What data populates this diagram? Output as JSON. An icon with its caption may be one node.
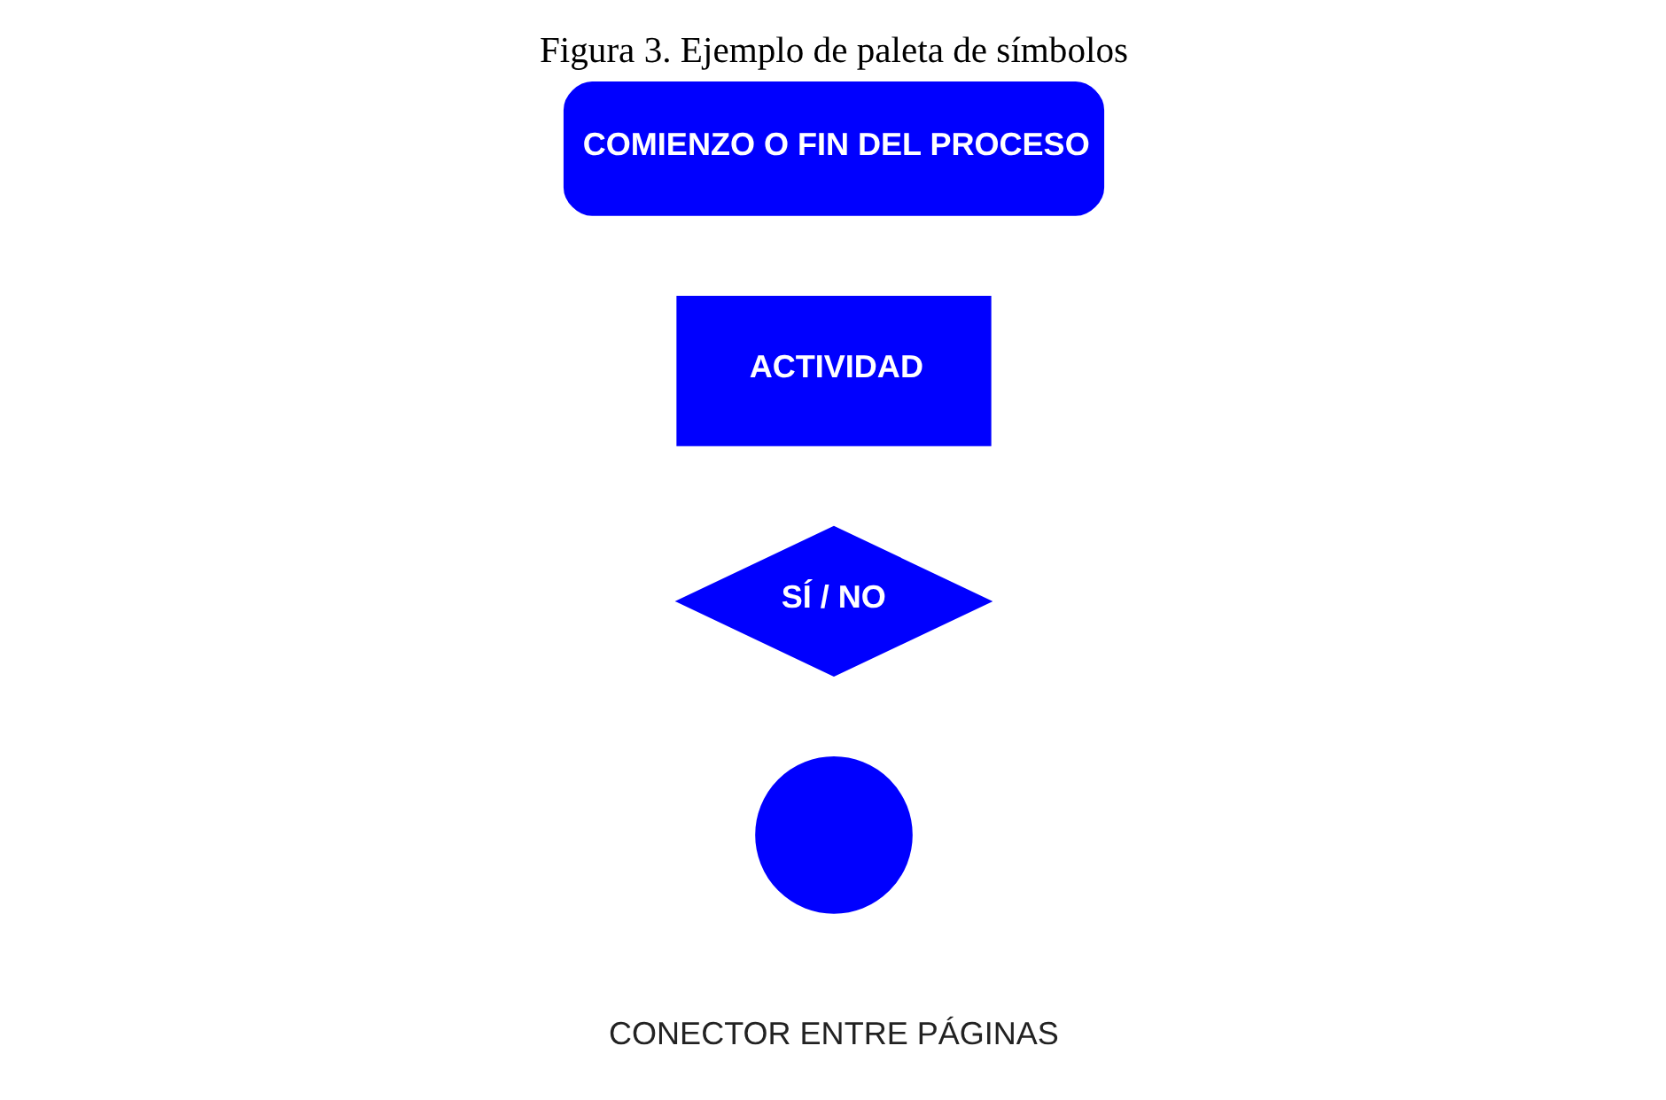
{
  "diagram": {
    "title": "Figura 3. Ejemplo de paleta de símbolos",
    "nodes": [
      {
        "text": [
          "COMIENZO O FIN DEL PROCESO"
        ]
      },
      {
        "text": [
          "ACTIVIDAD"
        ]
      },
      {
        "text": [
          "SÍ / NO"
        ]
      },
      {
        "text": [],
        "shape": "circle",
        "beside": [
          "CONECTOR ENTRE PÁGINAS"
        ]
      }
    ],
    "edges": []
  }
}
